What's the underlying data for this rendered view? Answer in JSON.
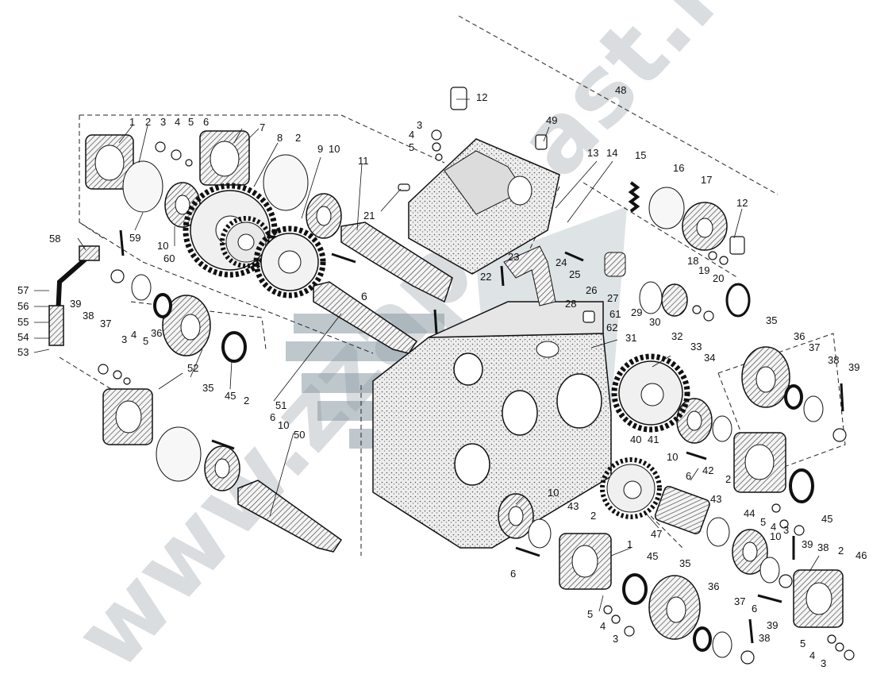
{
  "watermark": "www.zzapchast.ru",
  "labels": [
    {
      "id": "l1",
      "t": "1"
    },
    {
      "id": "l2a",
      "t": "2"
    },
    {
      "id": "l3a",
      "t": "3"
    },
    {
      "id": "l4a",
      "t": "4"
    },
    {
      "id": "l5a",
      "t": "5"
    },
    {
      "id": "l6a",
      "t": "6"
    },
    {
      "id": "l7",
      "t": "7"
    },
    {
      "id": "l8",
      "t": "8"
    },
    {
      "id": "l2b",
      "t": "2"
    },
    {
      "id": "l9",
      "t": "9"
    },
    {
      "id": "l10a",
      "t": "10"
    },
    {
      "id": "l11",
      "t": "11"
    },
    {
      "id": "l12a",
      "t": "12"
    },
    {
      "id": "l4b",
      "t": "4"
    },
    {
      "id": "l3b",
      "t": "3"
    },
    {
      "id": "l5b",
      "t": "5"
    },
    {
      "id": "l49",
      "t": "49"
    },
    {
      "id": "l48",
      "t": "48"
    },
    {
      "id": "l13",
      "t": "13"
    },
    {
      "id": "l14",
      "t": "14"
    },
    {
      "id": "l15",
      "t": "15"
    },
    {
      "id": "l16",
      "t": "16"
    },
    {
      "id": "l17",
      "t": "17"
    },
    {
      "id": "l12b",
      "t": "12"
    },
    {
      "id": "l21",
      "t": "21"
    },
    {
      "id": "l59",
      "t": "59"
    },
    {
      "id": "l10b",
      "t": "10"
    },
    {
      "id": "l60",
      "t": "60"
    },
    {
      "id": "l58",
      "t": "58"
    },
    {
      "id": "l57",
      "t": "57"
    },
    {
      "id": "l56",
      "t": "56"
    },
    {
      "id": "l55",
      "t": "55"
    },
    {
      "id": "l54",
      "t": "54"
    },
    {
      "id": "l53",
      "t": "53"
    },
    {
      "id": "l39a",
      "t": "39"
    },
    {
      "id": "l38a",
      "t": "38"
    },
    {
      "id": "l37a",
      "t": "37"
    },
    {
      "id": "l36a",
      "t": "36"
    },
    {
      "id": "l35a",
      "t": "35"
    },
    {
      "id": "l45a",
      "t": "45"
    },
    {
      "id": "l6b",
      "t": "6"
    },
    {
      "id": "l23",
      "t": "23"
    },
    {
      "id": "l22",
      "t": "22"
    },
    {
      "id": "l24",
      "t": "24"
    },
    {
      "id": "l25",
      "t": "25"
    },
    {
      "id": "l26",
      "t": "26"
    },
    {
      "id": "l27",
      "t": "27"
    },
    {
      "id": "l18",
      "t": "18"
    },
    {
      "id": "l19",
      "t": "19"
    },
    {
      "id": "l20",
      "t": "20"
    },
    {
      "id": "l28",
      "t": "28"
    },
    {
      "id": "l29",
      "t": "29"
    },
    {
      "id": "l30",
      "t": "30"
    },
    {
      "id": "l32",
      "t": "32"
    },
    {
      "id": "l33",
      "t": "33"
    },
    {
      "id": "l34",
      "t": "34"
    },
    {
      "id": "l61",
      "t": "61"
    },
    {
      "id": "l62",
      "t": "62"
    },
    {
      "id": "l31",
      "t": "31"
    },
    {
      "id": "l3c",
      "t": "3"
    },
    {
      "id": "l4c",
      "t": "4"
    },
    {
      "id": "l5c",
      "t": "5"
    },
    {
      "id": "l52",
      "t": "52"
    },
    {
      "id": "l51",
      "t": "51"
    },
    {
      "id": "l2c",
      "t": "2"
    },
    {
      "id": "l6c",
      "t": "6"
    },
    {
      "id": "l10c",
      "t": "10"
    },
    {
      "id": "l50",
      "t": "50"
    },
    {
      "id": "l35b",
      "t": "35"
    },
    {
      "id": "l36b",
      "t": "36"
    },
    {
      "id": "l37b",
      "t": "37"
    },
    {
      "id": "l38b",
      "t": "38"
    },
    {
      "id": "l39b",
      "t": "39"
    },
    {
      "id": "l40",
      "t": "40"
    },
    {
      "id": "l41",
      "t": "41"
    },
    {
      "id": "l10d",
      "t": "10"
    },
    {
      "id": "l6d",
      "t": "6"
    },
    {
      "id": "l42",
      "t": "42"
    },
    {
      "id": "l43a",
      "t": "43"
    },
    {
      "id": "l2d",
      "t": "2"
    },
    {
      "id": "l44",
      "t": "44"
    },
    {
      "id": "l45b",
      "t": "45"
    },
    {
      "id": "l10e",
      "t": "10"
    },
    {
      "id": "l43b",
      "t": "43"
    },
    {
      "id": "l47",
      "t": "47"
    },
    {
      "id": "l5d",
      "t": "5"
    },
    {
      "id": "l4d",
      "t": "4"
    },
    {
      "id": "l3d",
      "t": "3"
    },
    {
      "id": "l10f",
      "t": "10"
    },
    {
      "id": "l39c",
      "t": "39"
    },
    {
      "id": "l38c",
      "t": "38"
    },
    {
      "id": "l2e",
      "t": "2"
    },
    {
      "id": "l46",
      "t": "46"
    },
    {
      "id": "l2f",
      "t": "2"
    },
    {
      "id": "l1b",
      "t": "1"
    },
    {
      "id": "l45c",
      "t": "45"
    },
    {
      "id": "l35c",
      "t": "35"
    },
    {
      "id": "l6e",
      "t": "6"
    },
    {
      "id": "l36c",
      "t": "36"
    },
    {
      "id": "l37c",
      "t": "37"
    },
    {
      "id": "l6f",
      "t": "6"
    },
    {
      "id": "l39d",
      "t": "39"
    },
    {
      "id": "l38d",
      "t": "38"
    },
    {
      "id": "l5e",
      "t": "5"
    },
    {
      "id": "l4e",
      "t": "4"
    },
    {
      "id": "l3e",
      "t": "3"
    },
    {
      "id": "l5f",
      "t": "5"
    },
    {
      "id": "l4f",
      "t": "4"
    },
    {
      "id": "l3f",
      "t": "3"
    }
  ]
}
